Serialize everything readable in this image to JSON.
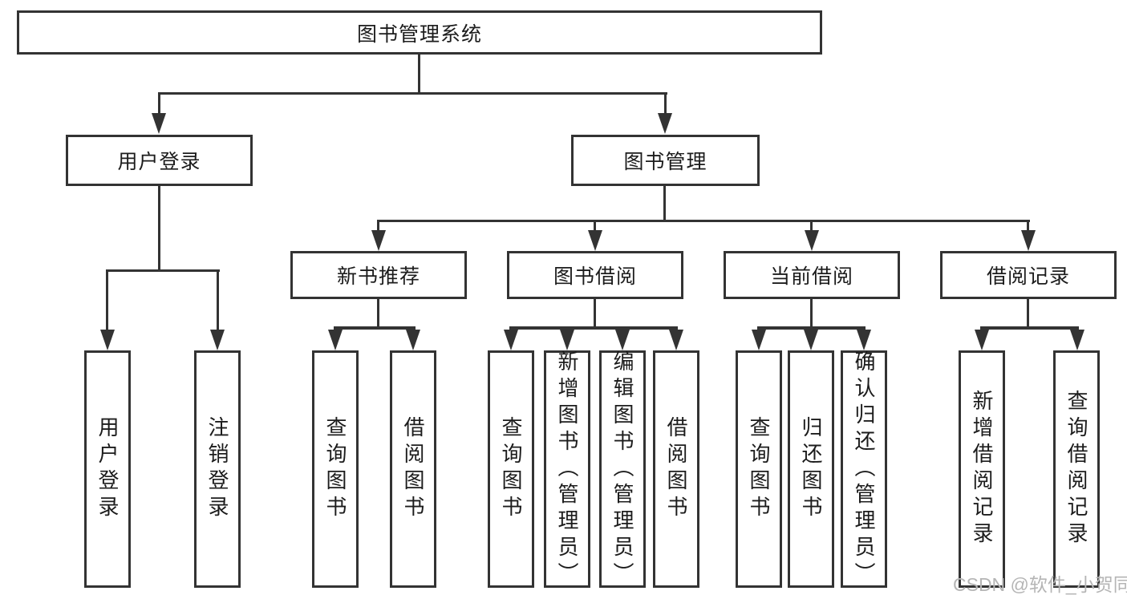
{
  "nodes": {
    "root": {
      "label": "图书管理系统"
    },
    "level2": {
      "user_login": {
        "label": "用户登录"
      },
      "book_management": {
        "label": "图书管理"
      }
    },
    "level3": {
      "new_book_recommend": {
        "label": "新书推荐"
      },
      "book_borrow": {
        "label": "图书借阅"
      },
      "current_borrow": {
        "label": "当前借阅"
      },
      "borrow_records": {
        "label": "借阅记录"
      }
    },
    "leaves": {
      "user_login_action": {
        "label": "用户登录",
        "parent": "用户登录"
      },
      "logout_action": {
        "label": "注销登录",
        "parent": "用户登录"
      },
      "nb_query_books": {
        "label": "查询图书",
        "parent": "新书推荐"
      },
      "nb_borrow_books": {
        "label": "借阅图书",
        "parent": "新书推荐"
      },
      "bb_query_books": {
        "label": "查询图书",
        "parent": "图书借阅"
      },
      "bb_add_books": {
        "label": "新增图书（管理员）",
        "parent": "图书借阅"
      },
      "bb_edit_books": {
        "label": "编辑图书（管理员）",
        "parent": "图书借阅"
      },
      "bb_borrow_books": {
        "label": "借阅图书",
        "parent": "图书借阅"
      },
      "cb_query_books": {
        "label": "查询图书",
        "parent": "当前借阅"
      },
      "cb_return_books": {
        "label": "归还图书",
        "parent": "当前借阅"
      },
      "cb_confirm_return": {
        "label": "确认归还（管理员）",
        "parent": "当前借阅"
      },
      "br_add_record": {
        "label": "新增借阅记录",
        "parent": "借阅记录"
      },
      "br_query_record": {
        "label": "查询借阅记录",
        "parent": "借阅记录"
      }
    }
  },
  "watermark": {
    "text": "CSDN @软件_小贺同学"
  },
  "colors": {
    "line": "#333333",
    "text": "#1c1c1c",
    "watermark": "#b5b5b5",
    "background": "#ffffff"
  }
}
